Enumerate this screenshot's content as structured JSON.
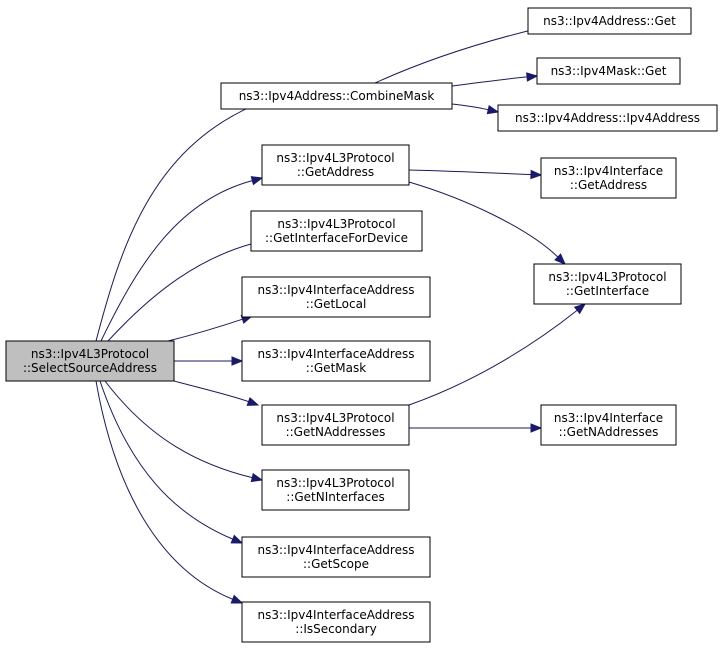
{
  "colors": {
    "edge": "#191970",
    "root_fill": "#bfbfbf",
    "node_fill": "#ffffff",
    "node_border": "#000000"
  },
  "nodes": [
    {
      "id": "select_source",
      "lines": [
        "ns3::Ipv4L3Protocol",
        "::SelectSourceAddress"
      ],
      "root": true
    },
    {
      "id": "combine_mask",
      "lines": [
        "ns3::Ipv4Address::CombineMask"
      ]
    },
    {
      "id": "addr_get",
      "lines": [
        "ns3::Ipv4Address::Get"
      ]
    },
    {
      "id": "mask_get",
      "lines": [
        "ns3::Ipv4Mask::Get"
      ]
    },
    {
      "id": "addr_ctor",
      "lines": [
        "ns3::Ipv4Address::Ipv4Address"
      ]
    },
    {
      "id": "l3_getaddress",
      "lines": [
        "ns3::Ipv4L3Protocol",
        "::GetAddress"
      ]
    },
    {
      "id": "iface_getaddress",
      "lines": [
        "ns3::Ipv4Interface",
        "::GetAddress"
      ]
    },
    {
      "id": "l3_getinterface",
      "lines": [
        "ns3::Ipv4L3Protocol",
        "::GetInterface"
      ]
    },
    {
      "id": "l3_getifacefordevice",
      "lines": [
        "ns3::Ipv4L3Protocol",
        "::GetInterfaceForDevice"
      ]
    },
    {
      "id": "ifaddr_getlocal",
      "lines": [
        "ns3::Ipv4InterfaceAddress",
        "::GetLocal"
      ]
    },
    {
      "id": "ifaddr_getmask",
      "lines": [
        "ns3::Ipv4InterfaceAddress",
        "::GetMask"
      ]
    },
    {
      "id": "l3_getnaddresses",
      "lines": [
        "ns3::Ipv4L3Protocol",
        "::GetNAddresses"
      ]
    },
    {
      "id": "iface_getnaddresses",
      "lines": [
        "ns3::Ipv4Interface",
        "::GetNAddresses"
      ]
    },
    {
      "id": "l3_getninterfaces",
      "lines": [
        "ns3::Ipv4L3Protocol",
        "::GetNInterfaces"
      ]
    },
    {
      "id": "ifaddr_getscope",
      "lines": [
        "ns3::Ipv4InterfaceAddress",
        "::GetScope"
      ]
    },
    {
      "id": "ifaddr_issecondary",
      "lines": [
        "ns3::Ipv4InterfaceAddress",
        "::IsSecondary"
      ]
    }
  ],
  "edges": [
    {
      "from": "select_source",
      "to": "combine_mask"
    },
    {
      "from": "select_source",
      "to": "l3_getaddress"
    },
    {
      "from": "select_source",
      "to": "l3_getifacefordevice"
    },
    {
      "from": "select_source",
      "to": "ifaddr_getlocal"
    },
    {
      "from": "select_source",
      "to": "ifaddr_getmask"
    },
    {
      "from": "select_source",
      "to": "l3_getnaddresses"
    },
    {
      "from": "select_source",
      "to": "l3_getninterfaces"
    },
    {
      "from": "select_source",
      "to": "ifaddr_getscope"
    },
    {
      "from": "select_source",
      "to": "ifaddr_issecondary"
    },
    {
      "from": "combine_mask",
      "to": "addr_get"
    },
    {
      "from": "combine_mask",
      "to": "mask_get"
    },
    {
      "from": "combine_mask",
      "to": "addr_ctor"
    },
    {
      "from": "l3_getaddress",
      "to": "iface_getaddress"
    },
    {
      "from": "l3_getaddress",
      "to": "l3_getinterface"
    },
    {
      "from": "l3_getnaddresses",
      "to": "l3_getinterface"
    },
    {
      "from": "l3_getnaddresses",
      "to": "iface_getnaddresses"
    }
  ]
}
